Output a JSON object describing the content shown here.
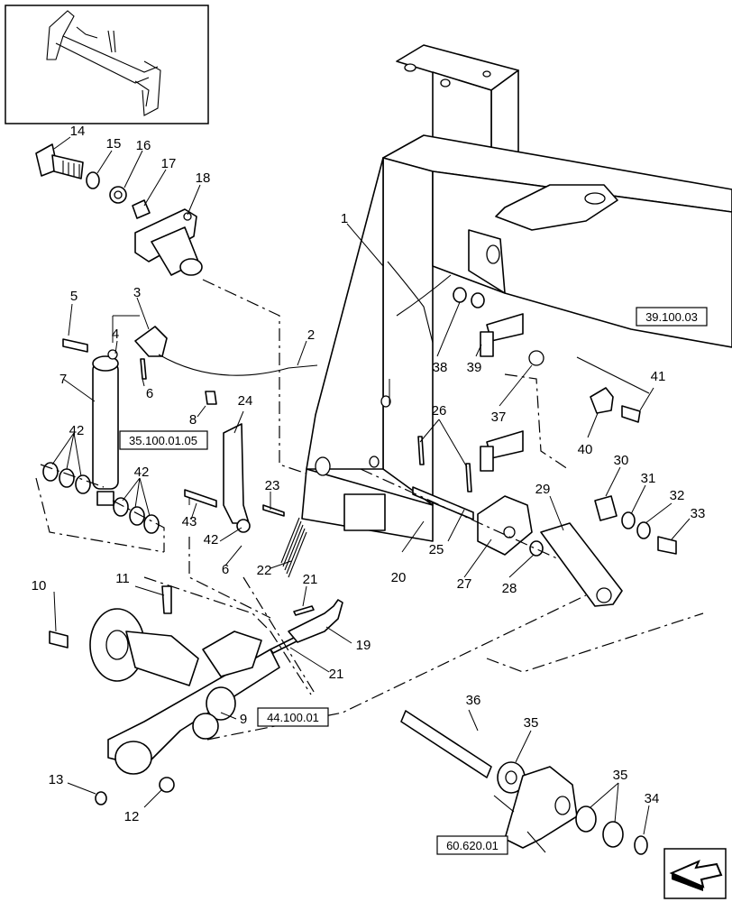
{
  "parts": {
    "p1": "1",
    "p2": "2",
    "p3": "3",
    "p4": "4",
    "p5": "5",
    "p6a": "6",
    "p6b": "6",
    "p7": "7",
    "p8": "8",
    "p9": "9",
    "p10": "10",
    "p11": "11",
    "p12": "12",
    "p13": "13",
    "p14": "14",
    "p15": "15",
    "p16": "16",
    "p17": "17",
    "p18": "18",
    "p19": "19",
    "p20": "20",
    "p21a": "21",
    "p21b": "21",
    "p22": "22",
    "p23": "23",
    "p24": "24",
    "p25": "25",
    "p26": "26",
    "p27": "27",
    "p28": "28",
    "p29": "29",
    "p30": "30",
    "p31": "31",
    "p32": "32",
    "p33": "33",
    "p34": "34",
    "p35a": "35",
    "p35b": "35",
    "p36": "36",
    "p37": "37",
    "p38": "38",
    "p39": "39",
    "p40": "40",
    "p41": "41",
    "p42a": "42",
    "p42b": "42",
    "p42c": "42",
    "p43": "43"
  },
  "refs": {
    "r1": "39.100.03",
    "r2": "35.100.01.05",
    "r3": "44.100.01",
    "r4": "60.620.01"
  },
  "icons": {
    "nav": "arrow-icon"
  }
}
